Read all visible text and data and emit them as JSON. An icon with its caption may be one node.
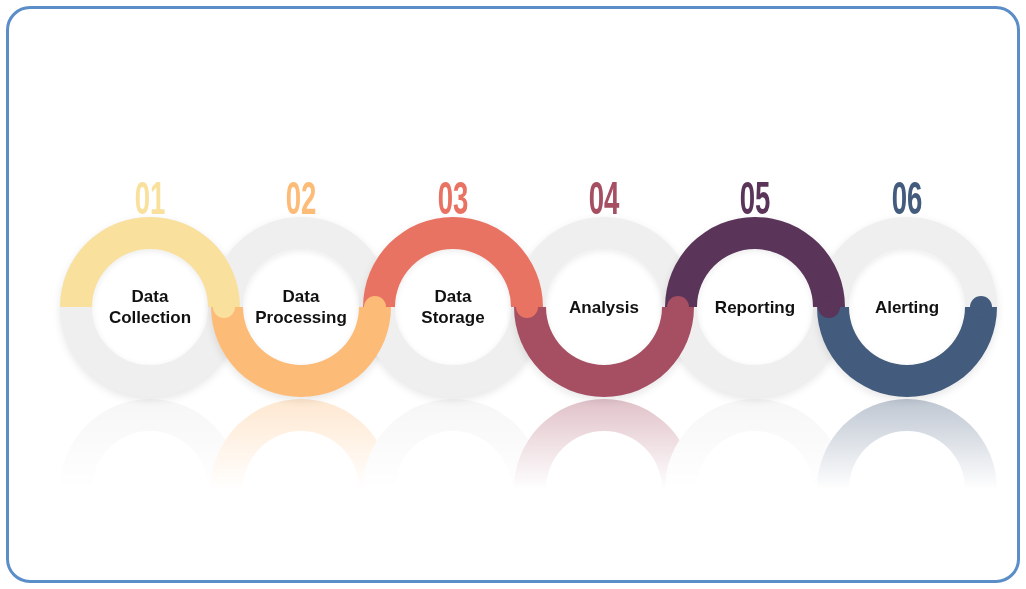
{
  "diagram": {
    "nodes": [
      {
        "text": [
          "01",
          "Data Collection"
        ]
      },
      {
        "text": [
          "02",
          "Data Processing"
        ]
      },
      {
        "text": [
          "03",
          "Data Storage"
        ]
      },
      {
        "text": [
          "04",
          "Analysis"
        ]
      },
      {
        "text": [
          "05",
          "Reporting"
        ]
      },
      {
        "text": [
          "06",
          "Alerting"
        ]
      }
    ]
  }
}
